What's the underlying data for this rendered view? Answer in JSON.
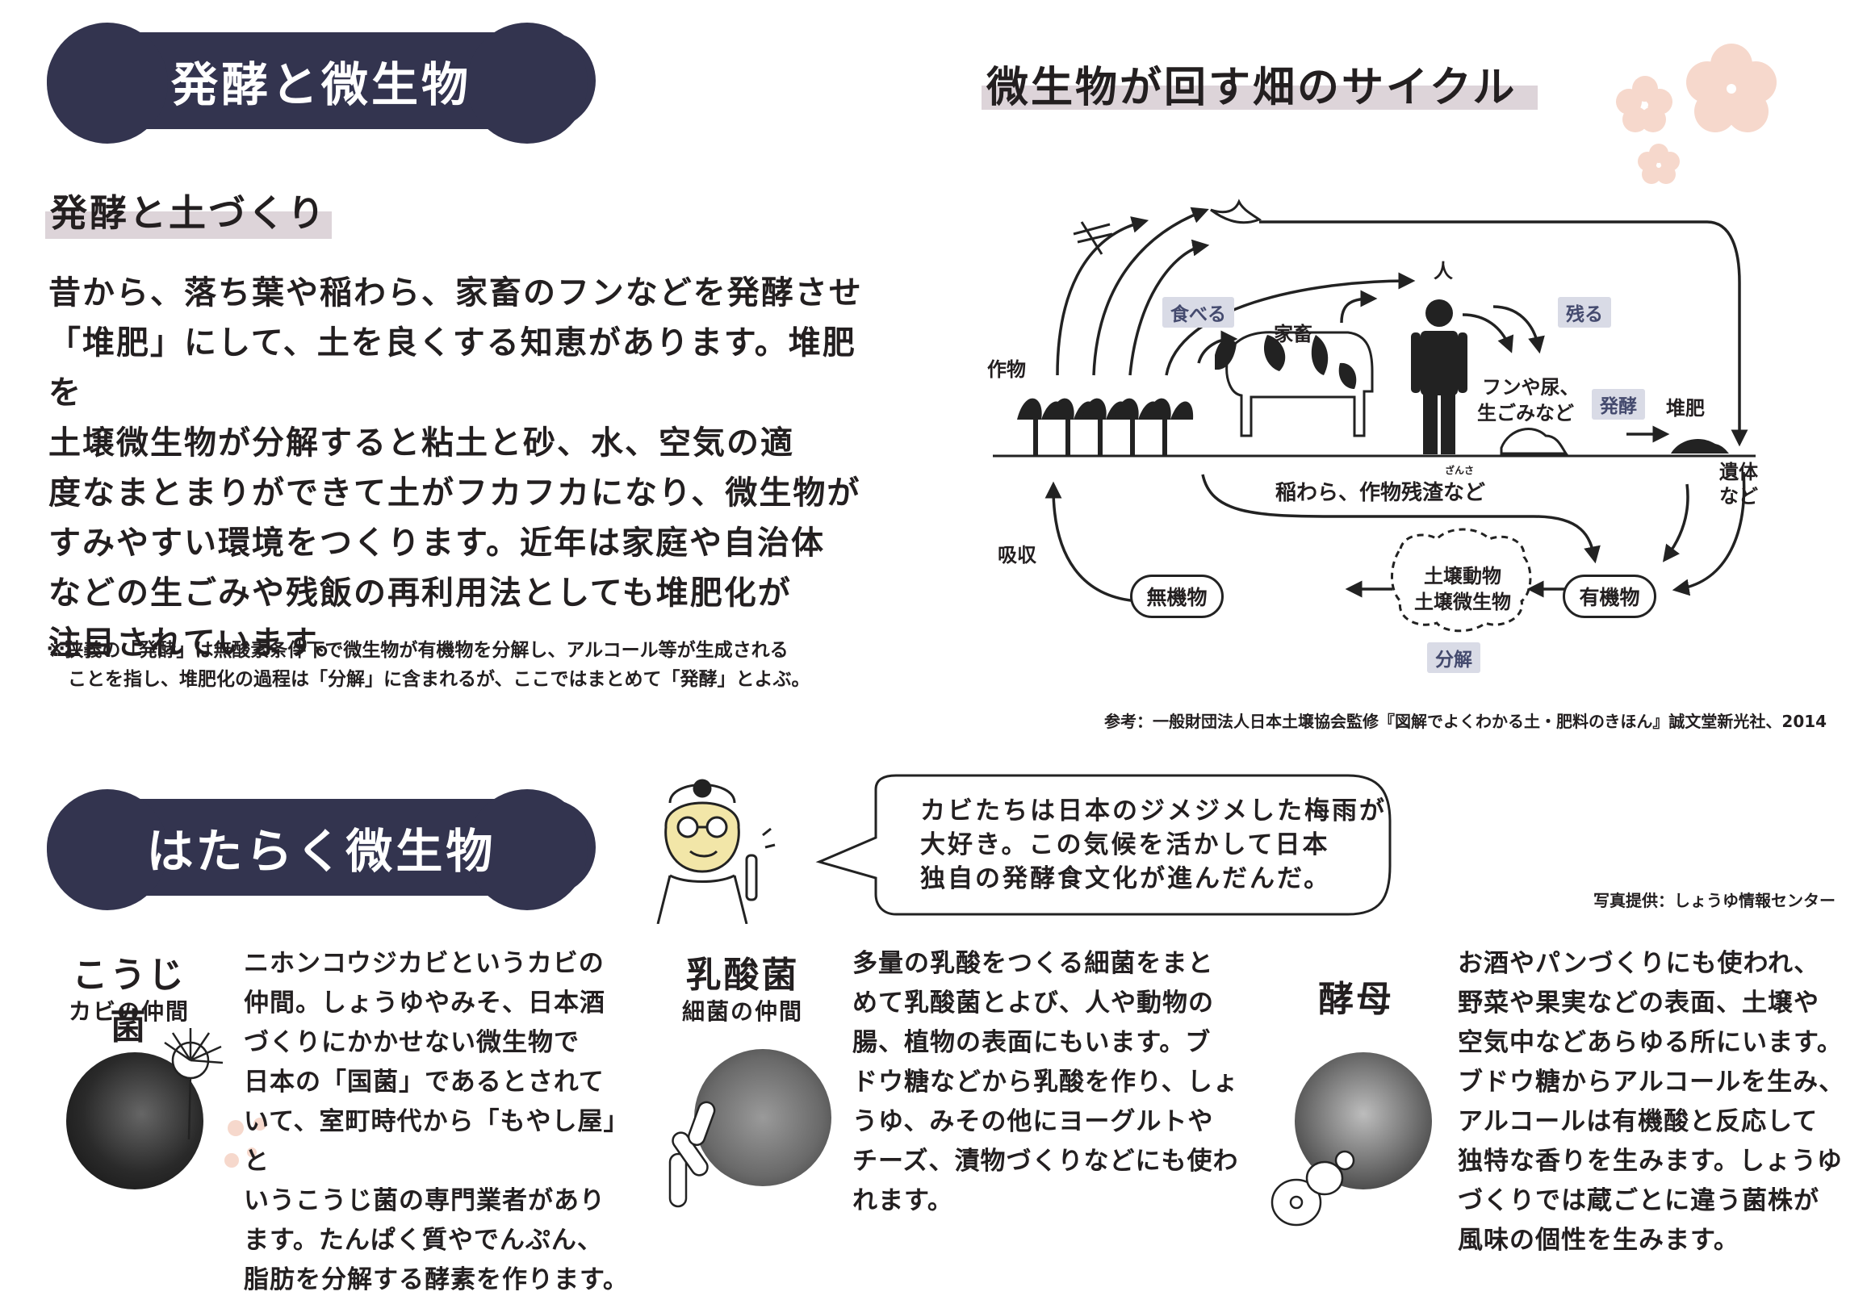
{
  "colors": {
    "navy": "#33344f",
    "highlight": "#ddd4d9",
    "blossom": "#f6d8cc",
    "tag_bg": "#d9dbe6",
    "tag_text": "#444a6e"
  },
  "section1": {
    "title": "発酵と微生物",
    "subtitle": "発酵と土づくり",
    "paragraph_lines": [
      "昔から、落ち葉や稲わら、家畜のフンなどを発酵させ",
      "「堆肥」にして、土を良くする知恵があります。堆肥を",
      "土壌微生物が分解すると粘土と砂、水、空気の適",
      "度なまとまりができて土がフカフカになり、微生物が",
      "すみやすい環境をつくります。近年は家庭や自治体",
      "などの生ごみや残飯の再利用法としても堆肥化が",
      "注目されています。"
    ],
    "note_lines": [
      "※狭義の「発酵」は無酸素条件下で微生物が有機物を分解し、アルコール等が生成される",
      "ことを指し、堆肥化の過程は「分解」に含まれるが、ここではまとめて「発酵」とよぶ。"
    ]
  },
  "cycle": {
    "title": "微生物が回す畑のサイクル",
    "labels": {
      "crop": "作物",
      "eat": "食べる",
      "livestock": "家畜",
      "human": "人",
      "remain": "残る",
      "feces": "フンや尿、",
      "garbage": "生ごみなど",
      "ferment": "発酵",
      "compost": "堆肥",
      "remains1": "遺体",
      "remains2": "など",
      "straw": "稲わら、作物残渣など",
      "ruby": "ざんさ",
      "absorb": "吸収",
      "inorganic": "無機物",
      "soil_animals": "土壌動物",
      "soil_microbes": "土壌微生物",
      "organic": "有機物",
      "decompose": "分解"
    },
    "reference": "参考：一般財団法人日本土壌協会監修『図解でよくわかる土・肥料のきほん』誠文堂新光社、2014"
  },
  "section2": {
    "title": "はたらく微生物",
    "speech": [
      "カビたちは日本のジメジメした梅雨が",
      "大好き。この気候を活かして日本",
      "独自の発酵食文化が進んだんだ。"
    ],
    "photo_credit": "写真提供：しょうゆ情報センター",
    "microbes": [
      {
        "name": "こうじ菌",
        "sub": "カビの仲間",
        "lines": [
          "ニホンコウジカビというカビの",
          "仲間。しょうゆやみそ、日本酒",
          "づくりにかかせない微生物で",
          "日本の「国菌」であるとされて",
          "いて、室町時代から「もやし屋」と",
          "いうこうじ菌の専門業者があり",
          "ます。たんぱく質やでんぷん、",
          "脂肪を分解する酵素を作ります。"
        ]
      },
      {
        "name": "乳酸菌",
        "sub": "細菌の仲間",
        "lines": [
          "多量の乳酸をつくる細菌をまと",
          "めて乳酸菌とよび、人や動物の",
          "腸、植物の表面にもいます。ブ",
          "ドウ糖などから乳酸を作り、しょ",
          "うゆ、みその他にヨーグルトや",
          "チーズ、漬物づくりなどにも使わ",
          "れます。"
        ]
      },
      {
        "name": "酵母",
        "sub": "",
        "lines": [
          "お酒やパンづくりにも使われ、",
          "野菜や果実などの表面、土壌や",
          "空気中などあらゆる所にいます。",
          "ブドウ糖からアルコールを生み、",
          "アルコールは有機酸と反応して",
          "独特な香りを生みます。しょうゆ",
          "づくりでは蔵ごとに違う菌株が",
          "風味の個性を生みます。"
        ]
      }
    ]
  }
}
